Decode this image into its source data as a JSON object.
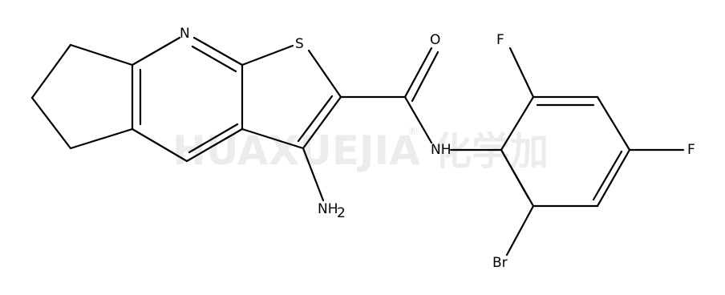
{
  "watermark": {
    "brand_latin": "HUAXUEJIA",
    "registered_mark": "®",
    "brand_cn": "化学加"
  },
  "atoms": {
    "pyridine_n": "N",
    "thiophene_s": "S",
    "carbonyl_o": "O",
    "amide_nh": "NH",
    "amino_n": "NH",
    "amino_sub": "2",
    "fluoro_top": "F",
    "fluoro_para": "F",
    "bromo": "Br"
  }
}
